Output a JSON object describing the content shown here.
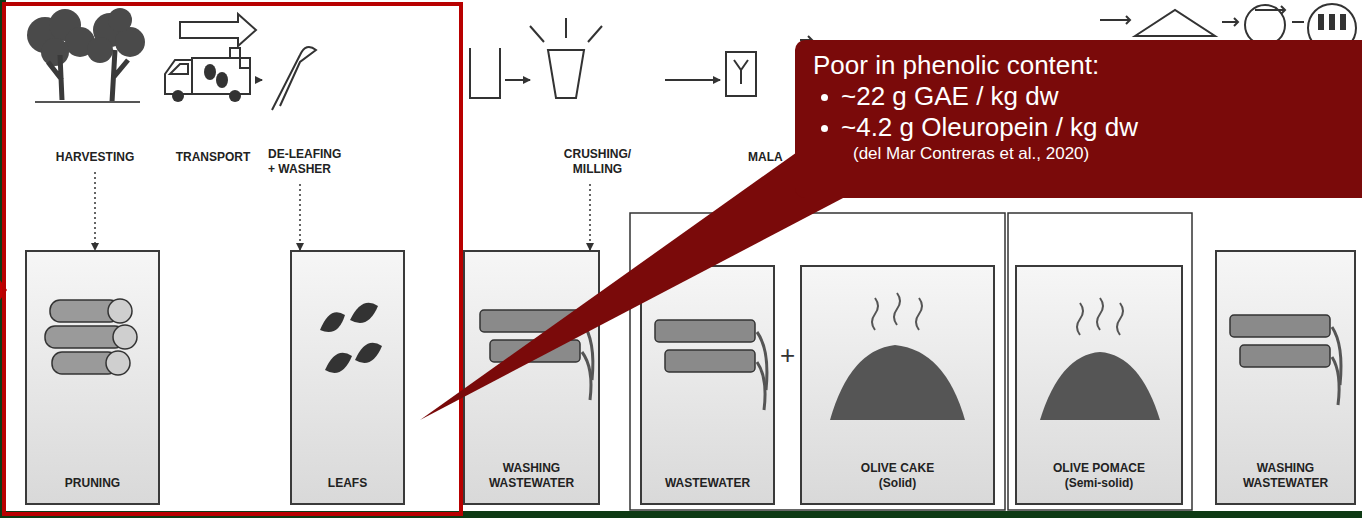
{
  "diagram": {
    "nodes": [
      {
        "text": [
          "HARVESTING"
        ]
      },
      {
        "text": [
          "TRANSPORT"
        ]
      },
      {
        "text": [
          "DE-LEAFING + WASHER"
        ]
      },
      {
        "text": [
          "CRUSHING/ MILLING"
        ]
      },
      {
        "text": [
          "MALA"
        ]
      },
      {
        "text": [
          "PRUNING"
        ]
      },
      {
        "text": [
          "LEAFS"
        ]
      },
      {
        "text": [
          "WASHING WASTEWATER"
        ]
      },
      {
        "text": [
          "WASTEWATER"
        ]
      },
      {
        "text": [
          "OLIVE CAKE",
          "(Solid)"
        ]
      },
      {
        "text": [
          "OLIVE POMACE",
          "(Semi-solid)"
        ]
      },
      {
        "text": [
          "WASHING WASTEWATER"
        ]
      },
      {
        "text": [
          "Poor in phenolic content:",
          "~22 g GAE / kg dw",
          "~4.2 g Oleuropein / kg dw",
          "(del Mar Contreras et al., 2020)"
        ]
      }
    ],
    "edges": [
      {
        "from": 1,
        "to": 2,
        "arrow": "to"
      },
      {
        "from": 2,
        "to": 3,
        "arrow": "to"
      },
      {
        "from": 3,
        "to": 4,
        "arrow": "to"
      },
      {
        "from": 0,
        "to": 5,
        "arrow": "to"
      },
      {
        "from": 2,
        "to": 6,
        "arrow": "to"
      },
      {
        "from": 3,
        "to": 7,
        "arrow": "to"
      }
    ],
    "labels": [
      "+"
    ]
  }
}
